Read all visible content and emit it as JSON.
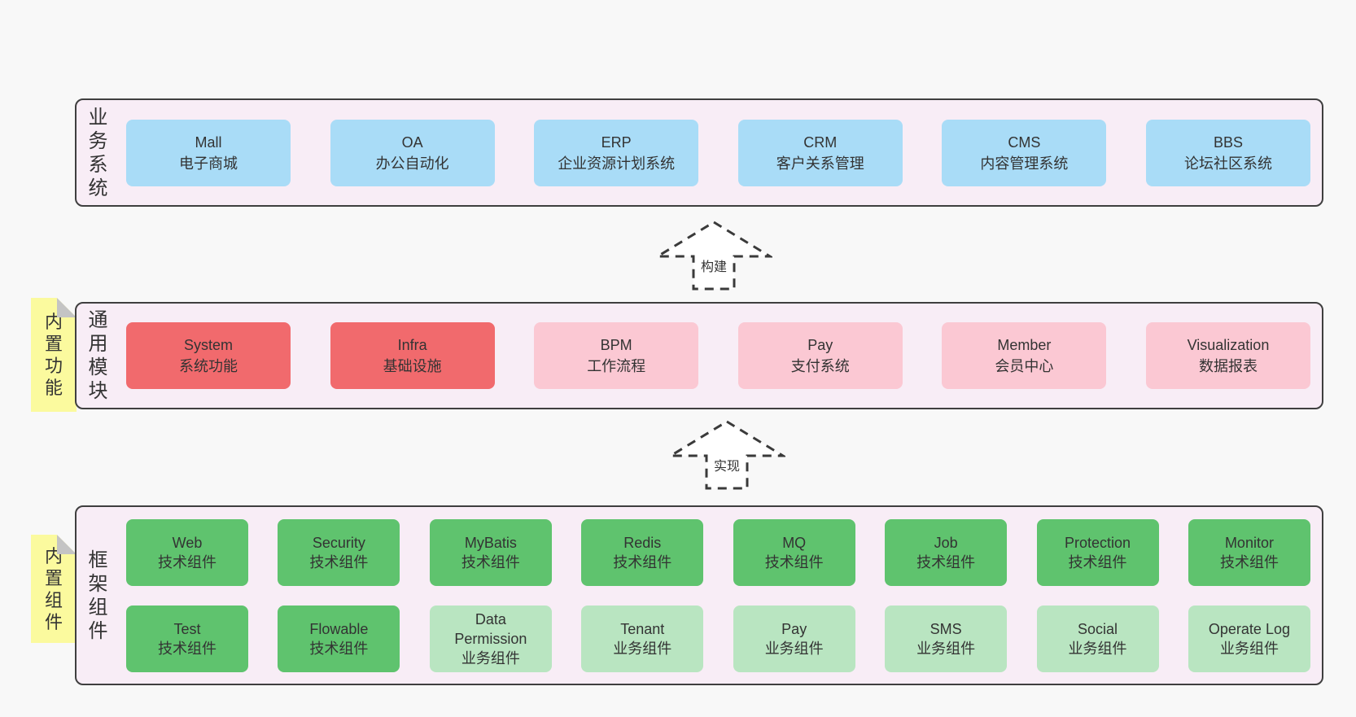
{
  "colors": {
    "pageBg": "#f8f8f8",
    "bandFill": "#f8edf6",
    "bandBorder": "#3f3f3f",
    "text": "#333333",
    "blue": "#a9dcf7",
    "red": "#f16a6d",
    "pink": "#fbc8d3",
    "green": "#5fc36e",
    "lightgreen": "#b9e5c1",
    "yellow": "#fbfa9e",
    "fold": "#c4c4c4",
    "arrowStroke": "#3a3a3a"
  },
  "notes": [
    {
      "label": "内置功能"
    },
    {
      "label": "内置组件"
    }
  ],
  "arrows": [
    {
      "label": "构建"
    },
    {
      "label": "实现"
    }
  ],
  "bands": [
    {
      "label": "业务系统",
      "boxes": [
        {
          "title": "Mall",
          "subtitle": "电子商城"
        },
        {
          "title": "OA",
          "subtitle": "办公自动化"
        },
        {
          "title": "ERP",
          "subtitle": "企业资源计划系统"
        },
        {
          "title": "CRM",
          "subtitle": "客户关系管理"
        },
        {
          "title": "CMS",
          "subtitle": "内容管理系统"
        },
        {
          "title": "BBS",
          "subtitle": "论坛社区系统"
        }
      ]
    },
    {
      "label": "通用模块",
      "boxes": [
        {
          "title": "System",
          "subtitle": "系统功能"
        },
        {
          "title": "Infra",
          "subtitle": "基础设施"
        },
        {
          "title": "BPM",
          "subtitle": "工作流程"
        },
        {
          "title": "Pay",
          "subtitle": "支付系统"
        },
        {
          "title": "Member",
          "subtitle": "会员中心"
        },
        {
          "title": "Visualization",
          "subtitle": "数据报表"
        }
      ]
    },
    {
      "label": "框架组件",
      "rows": [
        [
          {
            "title": "Web",
            "subtitle": "技术组件"
          },
          {
            "title": "Security",
            "subtitle": "技术组件"
          },
          {
            "title": "MyBatis",
            "subtitle": "技术组件"
          },
          {
            "title": "Redis",
            "subtitle": "技术组件"
          },
          {
            "title": "MQ",
            "subtitle": "技术组件"
          },
          {
            "title": "Job",
            "subtitle": "技术组件"
          },
          {
            "title": "Protection",
            "subtitle": "技术组件"
          },
          {
            "title": "Monitor",
            "subtitle": "技术组件"
          }
        ],
        [
          {
            "title": "Test",
            "subtitle": "技术组件"
          },
          {
            "title": "Flowable",
            "subtitle": "技术组件"
          },
          {
            "title": "Data Permission",
            "subtitle": "业务组件"
          },
          {
            "title": "Tenant",
            "subtitle": "业务组件"
          },
          {
            "title": "Pay",
            "subtitle": "业务组件"
          },
          {
            "title": "SMS",
            "subtitle": "业务组件"
          },
          {
            "title": "Social",
            "subtitle": "业务组件"
          },
          {
            "title": "Operate Log",
            "subtitle": "业务组件"
          }
        ]
      ]
    }
  ]
}
